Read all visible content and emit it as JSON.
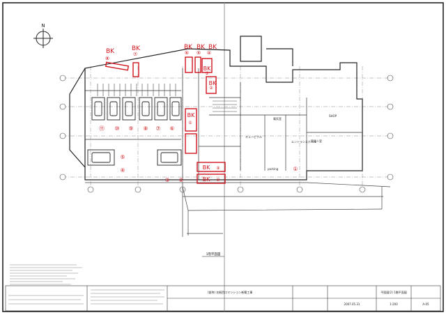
{
  "drawing": {
    "north_label": "N",
    "sheet_title": "1階平面図",
    "red_labels": [
      {
        "id": "bk8",
        "prefix": "BK",
        "num": "⑧"
      },
      {
        "id": "bk7",
        "prefix": "BK",
        "num": "⑦"
      },
      {
        "id": "bk6",
        "prefix": "BK",
        "num": "⑥"
      },
      {
        "id": "bk5",
        "prefix": "BK",
        "num": "⑤"
      },
      {
        "id": "bk4",
        "prefix": "BK",
        "num": "④"
      },
      {
        "id": "bk3",
        "prefix": "BK",
        "num": "③"
      },
      {
        "id": "bk2",
        "prefix": "BK",
        "num": "②"
      },
      {
        "id": "bk1",
        "prefix": "BK",
        "num": "①"
      },
      {
        "id": "bk9",
        "prefix": "BK",
        "num": "⑨"
      },
      {
        "id": "bk10",
        "prefix": "BK",
        "num": "⑩"
      }
    ],
    "parking_numbers": [
      "⑪",
      "⑩",
      "⑨",
      "⑧",
      "⑦",
      "⑥",
      "⑤",
      "④",
      "③",
      "②",
      "①"
    ],
    "room_labels": [
      "電気室",
      "エントランスホール",
      "キュービクル",
      "SHOP",
      "管理人室",
      "parking"
    ],
    "title_block": {
      "project": "(仮称) 名駅西口マンション新築工事",
      "drawing_name": "平面図(2) 1階平面図",
      "scale": "1:200",
      "date": "2007.05.31",
      "sheet_no": "A-05"
    }
  }
}
